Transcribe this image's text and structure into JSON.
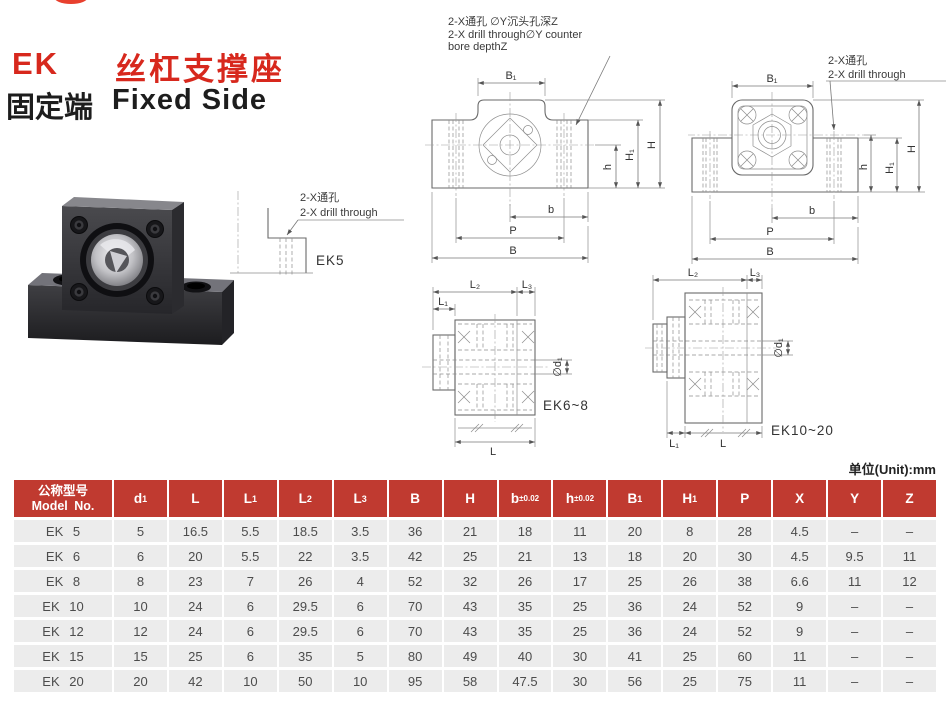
{
  "theme": {
    "title_red": "#d7281d",
    "logo_red": "#e8402e",
    "table_header_red": "#c03a30",
    "row_bg": "#ececec",
    "line_gray": "#6a6a6a"
  },
  "header": {
    "series": "EK",
    "title_cn": "丝杠支撑座",
    "subtitle_cn": "固定端",
    "subtitle_en": "Fixed Side"
  },
  "units_label": "单位(Unit):mm",
  "drawings": {
    "detail_ek5": {
      "note_cn": "2-X通孔",
      "note_en": "2-X drill through",
      "caption": "EK5"
    },
    "front_a": {
      "note_cn": "2-X通孔 ∅Y沉头孔深Z",
      "note_en_1": "2-X drill through∅Y counter",
      "note_en_2": "bore depthZ"
    },
    "front_b": {
      "note_cn": "2-X通孔",
      "note_en": "2-X drill through"
    },
    "side_a": {
      "caption": "EK6~8"
    },
    "side_b": {
      "caption": "EK10~20"
    },
    "dims": {
      "B1": "B₁",
      "H": "H",
      "H1": "H₁",
      "h": "h",
      "b": "b",
      "P": "P",
      "B": "B",
      "L": "L",
      "L1": "L₁",
      "L2": "L₂",
      "L3": "L₃",
      "d1": "∅d₁"
    }
  },
  "table": {
    "model_header": {
      "line1": "公称型号",
      "line2": "Model No."
    },
    "columns": [
      {
        "base": "d",
        "sub": "1"
      },
      {
        "base": "L"
      },
      {
        "base": "L",
        "sub": "1"
      },
      {
        "base": "L",
        "sub": "2"
      },
      {
        "base": "L",
        "sub": "3"
      },
      {
        "base": "B"
      },
      {
        "base": "H"
      },
      {
        "base": "b",
        "sup": "±0.02"
      },
      {
        "base": "h",
        "sup": "±0.02"
      },
      {
        "base": "B",
        "sub": "1"
      },
      {
        "base": "H",
        "sub": "1"
      },
      {
        "base": "P"
      },
      {
        "base": "X"
      },
      {
        "base": "Y"
      },
      {
        "base": "Z"
      }
    ],
    "rows": [
      {
        "model": "EK 5",
        "values": [
          "5",
          "16.5",
          "5.5",
          "18.5",
          "3.5",
          "36",
          "21",
          "18",
          "11",
          "20",
          "8",
          "28",
          "4.5",
          "–",
          "–"
        ]
      },
      {
        "model": "EK 6",
        "values": [
          "6",
          "20",
          "5.5",
          "22",
          "3.5",
          "42",
          "25",
          "21",
          "13",
          "18",
          "20",
          "30",
          "4.5",
          "9.5",
          "11"
        ]
      },
      {
        "model": "EK 8",
        "values": [
          "8",
          "23",
          "7",
          "26",
          "4",
          "52",
          "32",
          "26",
          "17",
          "25",
          "26",
          "38",
          "6.6",
          "11",
          "12"
        ]
      },
      {
        "model": "EK 10",
        "values": [
          "10",
          "24",
          "6",
          "29.5",
          "6",
          "70",
          "43",
          "35",
          "25",
          "36",
          "24",
          "52",
          "9",
          "–",
          "–"
        ]
      },
      {
        "model": "EK 12",
        "values": [
          "12",
          "24",
          "6",
          "29.5",
          "6",
          "70",
          "43",
          "35",
          "25",
          "36",
          "24",
          "52",
          "9",
          "–",
          "–"
        ]
      },
      {
        "model": "EK 15",
        "values": [
          "15",
          "25",
          "6",
          "35",
          "5",
          "80",
          "49",
          "40",
          "30",
          "41",
          "25",
          "60",
          "11",
          "–",
          "–"
        ]
      },
      {
        "model": "EK 20",
        "values": [
          "20",
          "42",
          "10",
          "50",
          "10",
          "95",
          "58",
          "47.5",
          "30",
          "56",
          "25",
          "75",
          "11",
          "–",
          "–"
        ]
      }
    ]
  }
}
